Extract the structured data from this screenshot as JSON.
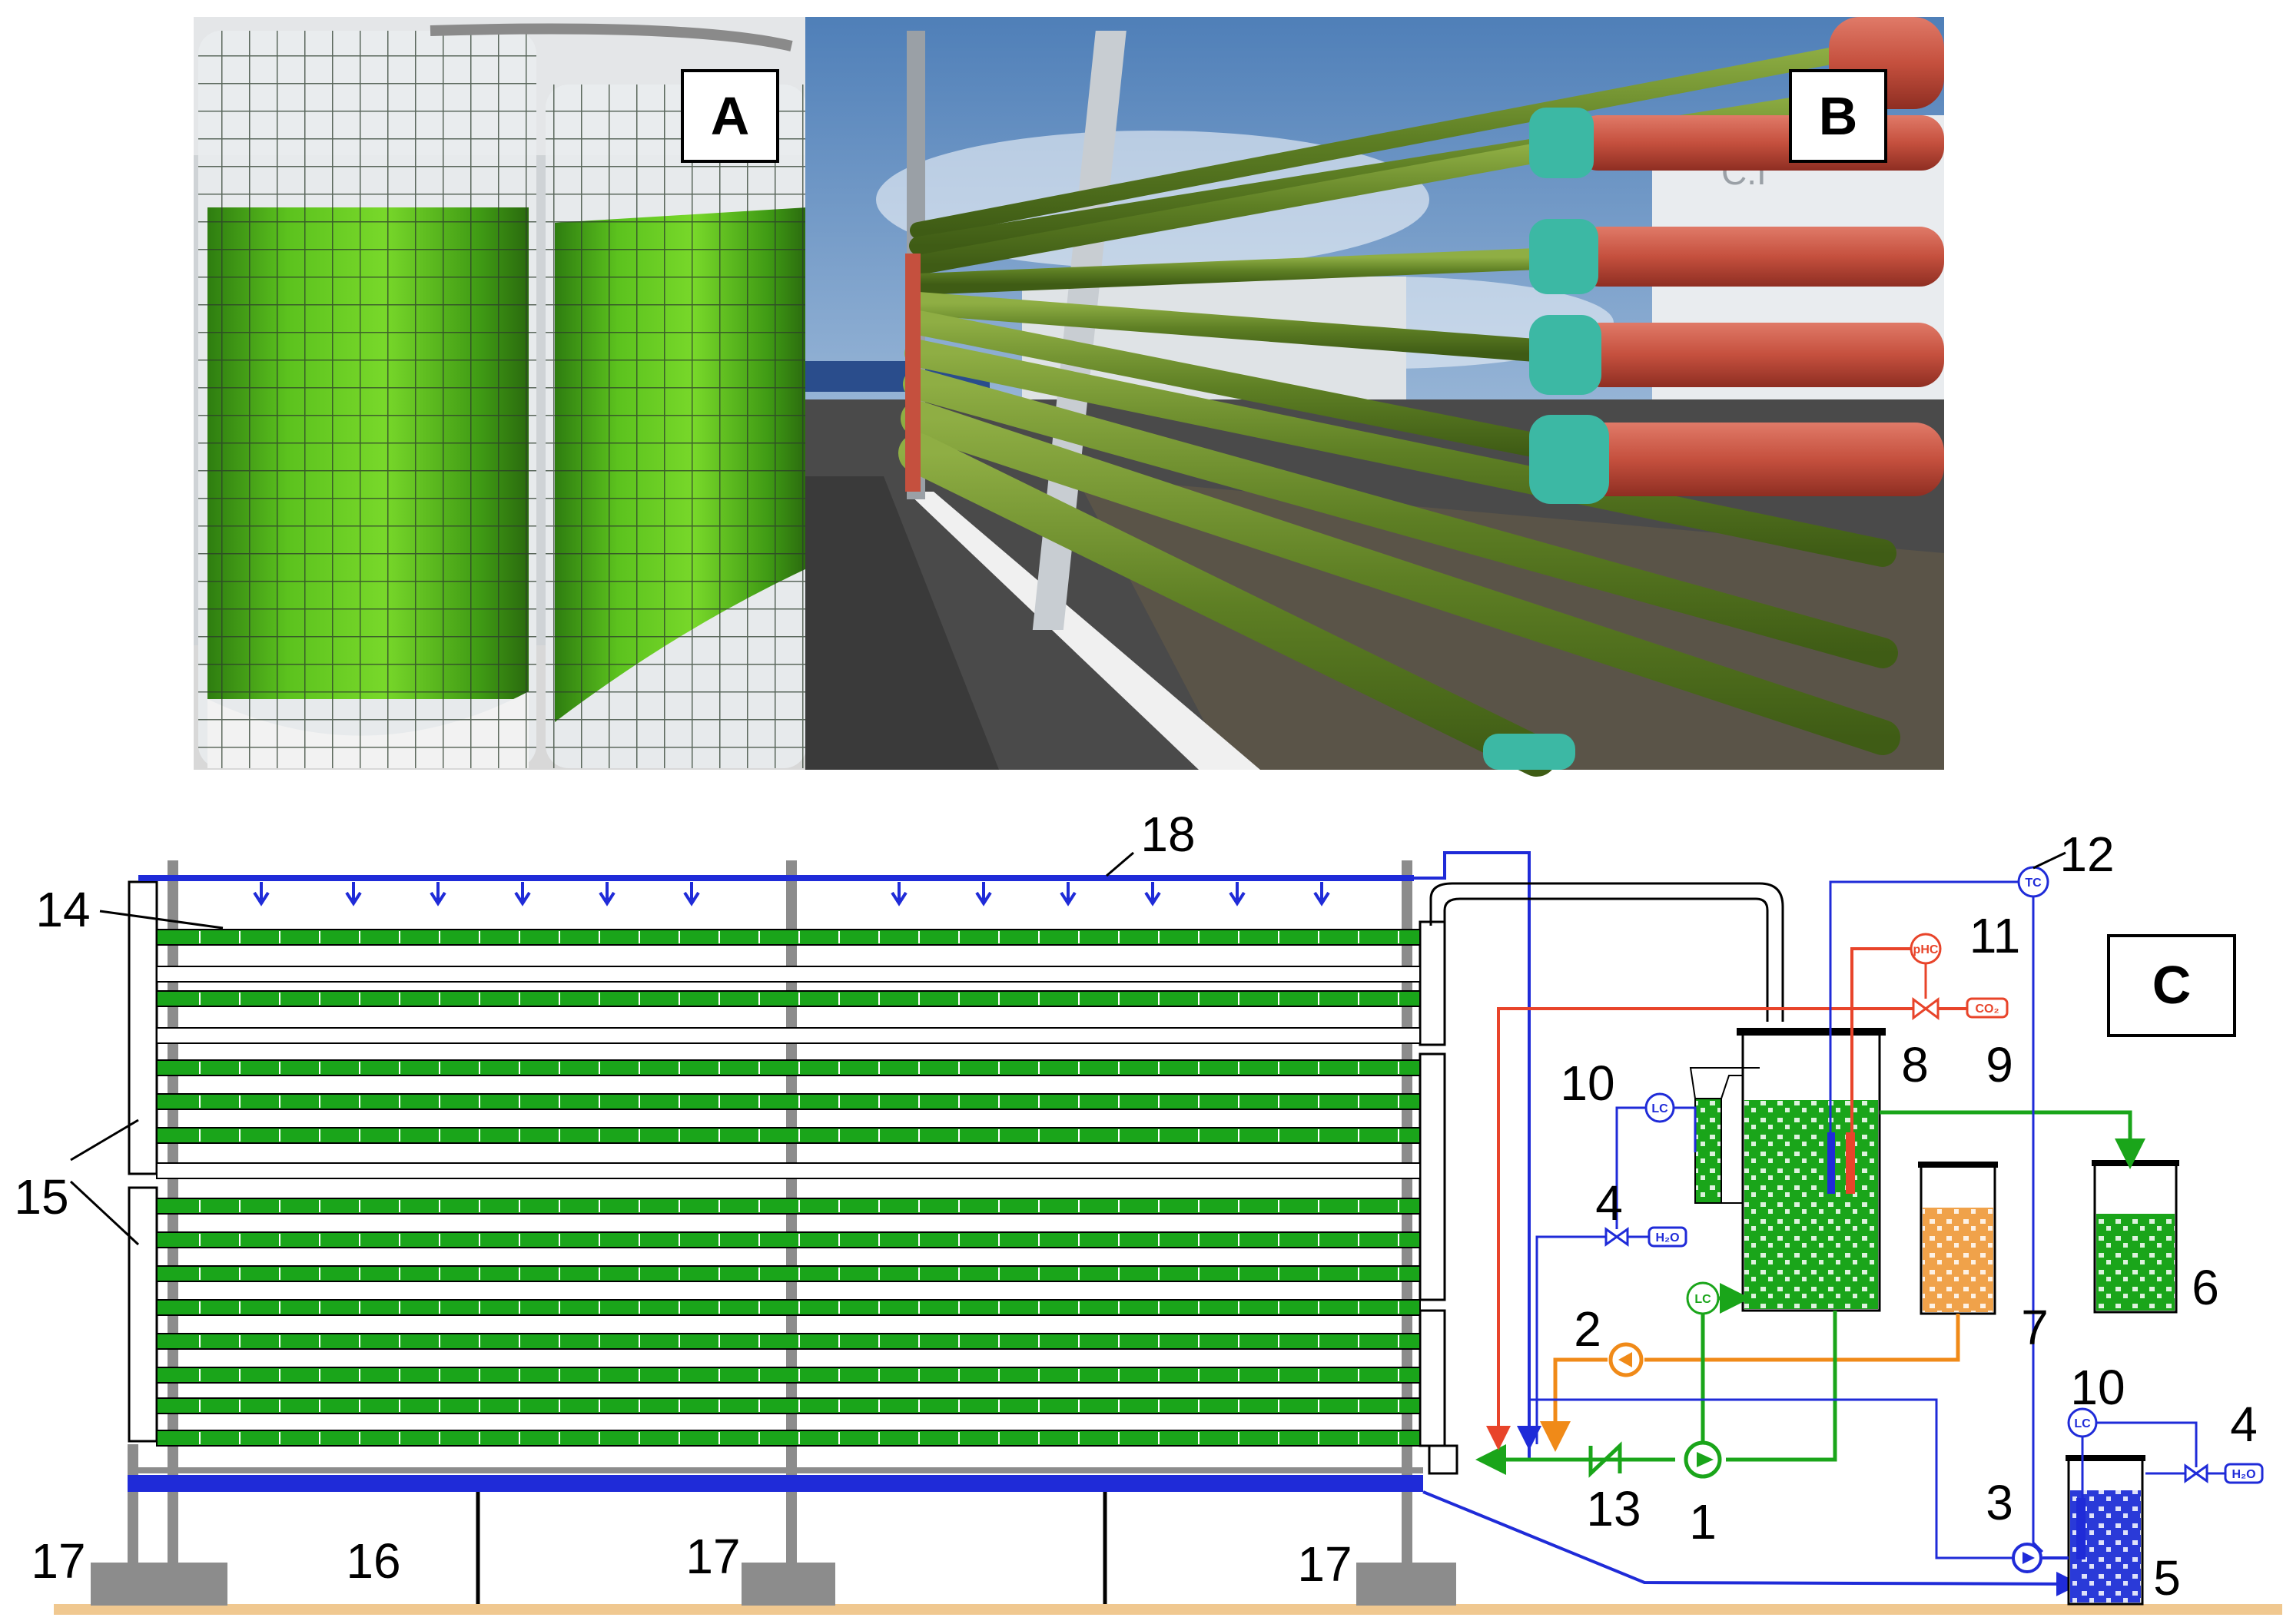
{
  "panels": {
    "a": {
      "label": "A"
    },
    "b": {
      "label": "B"
    },
    "c": {
      "label": "C"
    }
  },
  "photo_b": {
    "sign_text": "C.I"
  },
  "diagram": {
    "numbers": {
      "n1": "1",
      "n2": "2",
      "n3": "3",
      "n4a": "4",
      "n4b": "4",
      "n5": "5",
      "n6": "6",
      "n7": "7",
      "n8": "8",
      "n9": "9",
      "n10a": "10",
      "n10b": "10",
      "n11": "11",
      "n12": "12",
      "n13": "13",
      "n14": "14",
      "n15": "15",
      "n16": "16",
      "n17a": "17",
      "n17b": "17",
      "n17c": "17",
      "n18": "18"
    },
    "controllers": {
      "lc_small": "LC",
      "lc_pump": "LC",
      "lc_tank5": "LC",
      "phc": "pHC",
      "tc": "TC"
    },
    "supplies": {
      "water_a": "H₂O",
      "water_b": "H₂O",
      "co2": "CO₂"
    },
    "colors": {
      "culture": "#1aa51a",
      "water": "#1f2bd8",
      "co2": "#e8442a",
      "nutrient": "#f08a18",
      "frame": "#8c8c8c",
      "ground": "#f0c890"
    }
  }
}
